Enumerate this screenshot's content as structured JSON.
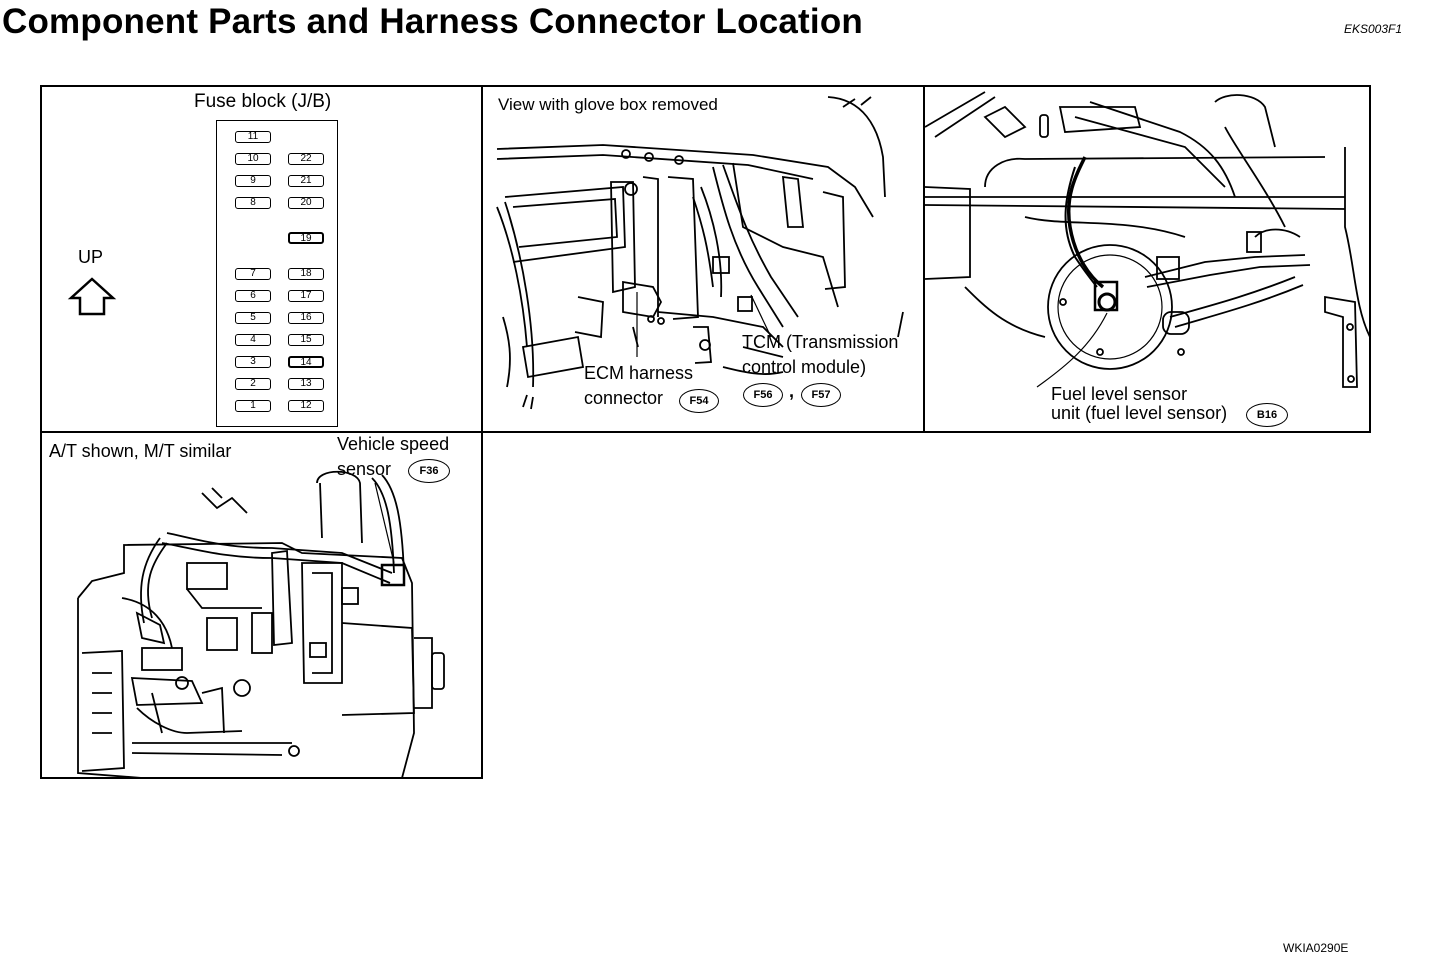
{
  "header": {
    "title": "Component Parts and Harness Connector Location",
    "code": "EKS003F1"
  },
  "footer": {
    "code": "WKIA0290E"
  },
  "fuse_panel": {
    "title": "Fuse block (J/B)",
    "up_label": "UP",
    "left_column": [
      "11",
      "10",
      "9",
      "8",
      "7",
      "6",
      "5",
      "4",
      "3",
      "2",
      "1"
    ],
    "right_column": [
      "22",
      "21",
      "20",
      "19",
      "18",
      "17",
      "16",
      "15",
      "14",
      "13",
      "12"
    ]
  },
  "glovebox_panel": {
    "caption": "View with glove box removed",
    "ecm_line1": "ECM harness",
    "ecm_line2": "connector",
    "ecm_badge": "F54",
    "tcm_line1": "TCM (Transmission",
    "tcm_line2": "control module)",
    "tcm_badge1": "F56",
    "tcm_separator": ",",
    "tcm_badge2": "F57"
  },
  "fuel_panel": {
    "line1": "Fuel level sensor",
    "line2": "unit (fuel level sensor)",
    "badge": "B16"
  },
  "transmission_panel": {
    "caption": "A/T shown, M/T similar",
    "vss_line1": "Vehicle speed",
    "vss_line2": "sensor",
    "vss_badge": "F36"
  }
}
